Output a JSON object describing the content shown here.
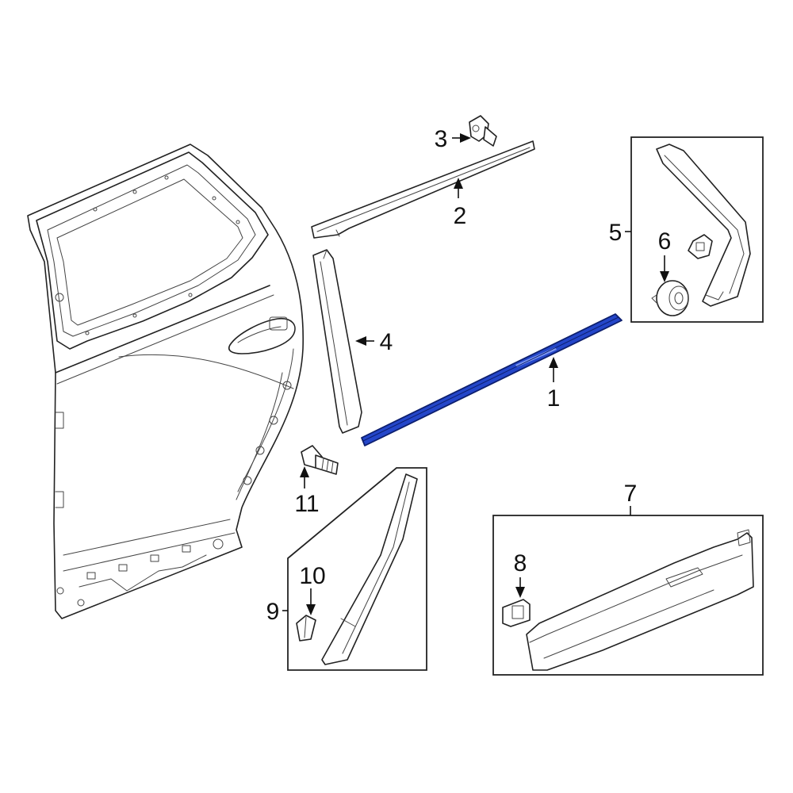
{
  "diagram": {
    "callouts": {
      "c1": "1",
      "c2": "2",
      "c3": "3",
      "c4": "4",
      "c5": "5",
      "c6": "6",
      "c7": "7",
      "c8": "8",
      "c9": "9",
      "c10": "10",
      "c11": "11"
    },
    "colors": {
      "highlight": "#2446c9",
      "line": "#222222",
      "background": "#ffffff"
    },
    "highlighted_part": "1"
  }
}
